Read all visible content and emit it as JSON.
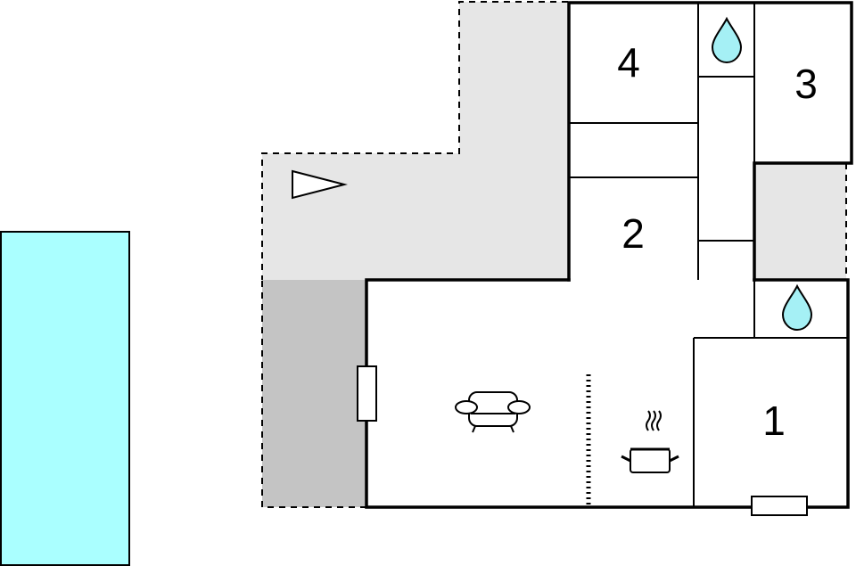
{
  "rooms": [
    {
      "id": "room-1",
      "label": "1"
    },
    {
      "id": "room-2",
      "label": "2"
    },
    {
      "id": "room-3",
      "label": "3"
    },
    {
      "id": "room-4",
      "label": "4"
    }
  ],
  "icons": {
    "bathroom": "water-drop-icon",
    "living": "sofa-icon",
    "kitchen": "cooking-pot-icon",
    "orientation": "triangle-pointer-icon"
  },
  "colors": {
    "pool": "#aaffff",
    "terrace": "#e6e6e6",
    "covered_terrace": "#c4c4c4",
    "water_drop": "#a5f0f5"
  }
}
